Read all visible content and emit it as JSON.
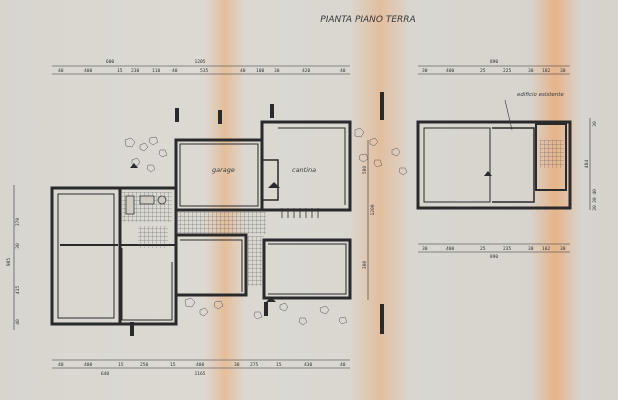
{
  "title": "PIANTA PIANO TERRA",
  "rooms": {
    "garage": "garage",
    "cantina": "cantina",
    "edificio_esistente": "edificio esistente"
  },
  "dims_top_left": {
    "overall": "1205",
    "segments": [
      "40",
      "400",
      "15",
      "230",
      "110",
      "40",
      "535",
      "40",
      "100",
      "30",
      "420",
      "40"
    ],
    "sub": "600"
  },
  "dims_top_right": {
    "overall": "890",
    "segments": [
      "30",
      "400",
      "25",
      "225",
      "30",
      "182",
      "30"
    ]
  },
  "dims_bottom_left": {
    "overall": "1165",
    "sub": "640",
    "segments": [
      "40",
      "400",
      "15",
      "250",
      "15",
      "400",
      "30",
      "275",
      "15",
      "430",
      "40"
    ]
  },
  "dims_bottom_right": {
    "overall": "890",
    "segments": [
      "30",
      "400",
      "25",
      "235",
      "30",
      "182",
      "30"
    ]
  },
  "dims_left": [
    "985",
    "370",
    "30",
    "415",
    "40"
  ],
  "dims_mid": [
    "1200",
    "580",
    "300"
  ],
  "dims_right": [
    "484",
    "30",
    "30 40",
    "30"
  ],
  "colors": {
    "line": "#2a2a2a",
    "paper": "#d8d5cf",
    "stain": "#e0b48a"
  }
}
